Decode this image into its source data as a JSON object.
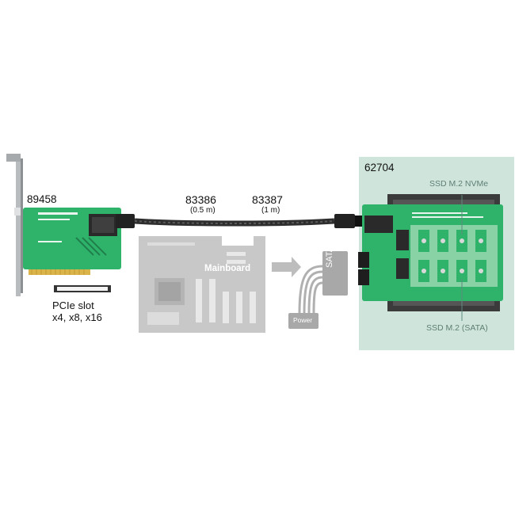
{
  "products": {
    "card": "89458",
    "cable_short": "83386",
    "cable_short_len": "(0.5 m)",
    "cable_long": "83387",
    "cable_long_len": "(1 m)",
    "enclosure": "62704"
  },
  "slot": {
    "line1": "PCIe slot",
    "line2": "x4, x8, x16"
  },
  "mainboard": {
    "label": "Mainboard"
  },
  "connectors": {
    "sata": "SATA",
    "power": "Power"
  },
  "ssd": {
    "nvme": "SSD M.2 NVMe",
    "sata": "SSD M.2 (SATA)"
  },
  "colors": {
    "pcb_green": "#2fb36b",
    "panel_bg": "#cfe5dc",
    "mainboard_gray": "#c8c8c8",
    "cable_black": "#222222"
  }
}
